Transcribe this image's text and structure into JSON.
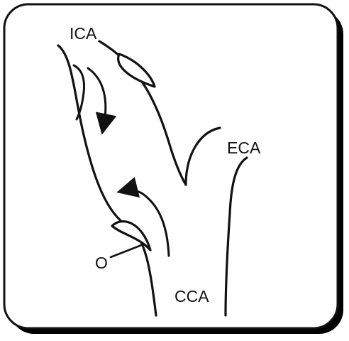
{
  "diagram": {
    "labels": {
      "ica": "ICA",
      "eca": "ECA",
      "cca": "CCA",
      "o": "O"
    },
    "colors": {
      "stroke": "#111111",
      "shadow": "#000000",
      "background": "#ffffff"
    }
  }
}
